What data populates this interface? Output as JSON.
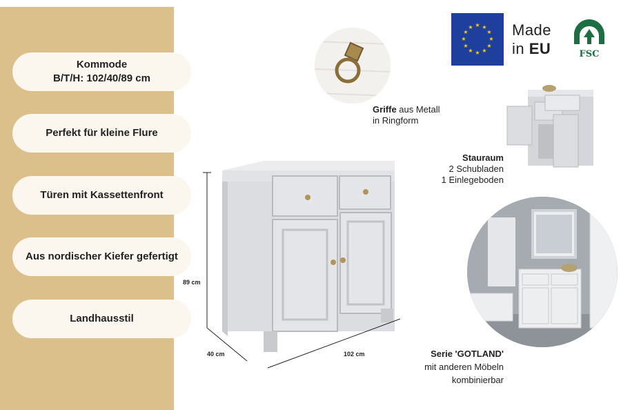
{
  "features": {
    "item1_line1": "Kommode",
    "item1_line2": "B/T/H: 102/40/89 cm",
    "item2": "Perfekt für kleine Flure",
    "item3": "Türen mit Kassettenfront",
    "item4": "Aus nordischer Kiefer gefertigt",
    "item5": "Landhausstil"
  },
  "dimensions": {
    "height": "89 cm",
    "depth": "40 cm",
    "width": "102 cm"
  },
  "handles": {
    "title": "Griffe",
    "text_1": " aus Metall",
    "text_2": "in Ringform"
  },
  "storage": {
    "title": "Stauraum",
    "line1": "2 Schubladen",
    "line2": "1 Einlegeboden"
  },
  "series": {
    "title": "Serie 'GOTLAND'",
    "line1": "mit anderen Möbeln",
    "line2": "kombinierbar"
  },
  "badges": {
    "made": "Made",
    "in": "in",
    "eu": "EU",
    "fsc": "FSC"
  },
  "colors": {
    "panel": "#dcc08c",
    "pill": "#fbf7ee",
    "furniture": "#dcdde0",
    "eu_blue": "#1f3f9e",
    "eu_star": "#f5d000",
    "fsc_green": "#1c6e43"
  }
}
